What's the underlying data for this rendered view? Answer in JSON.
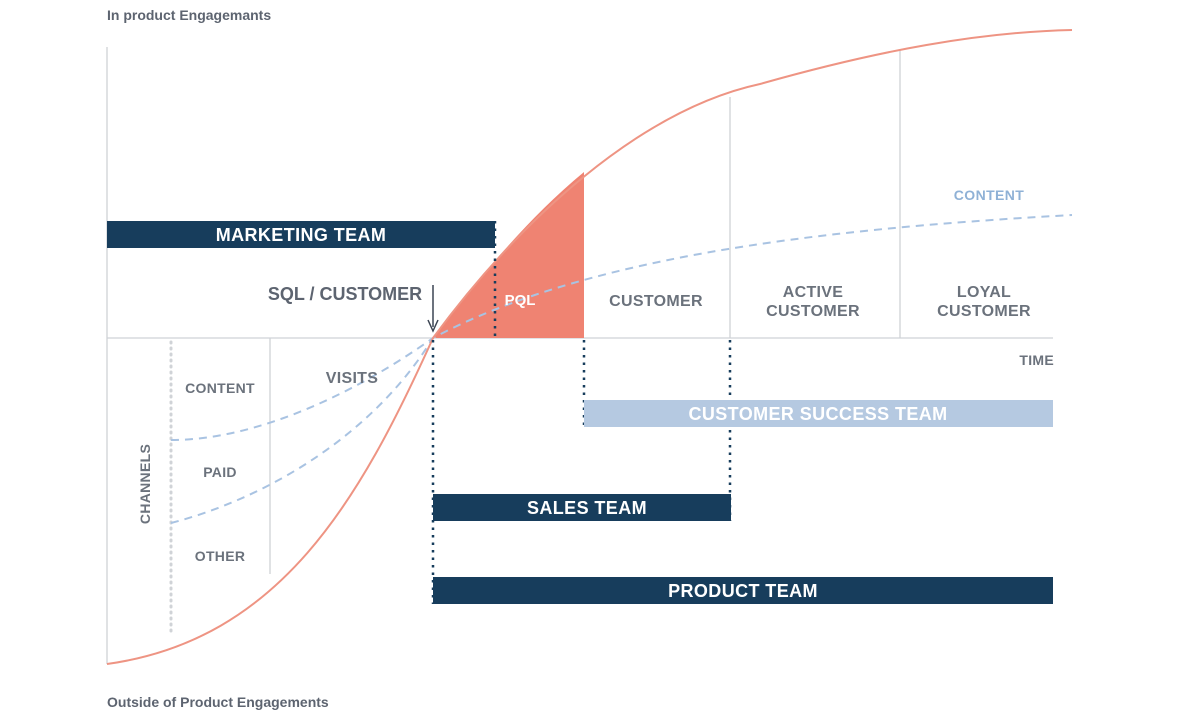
{
  "axis": {
    "top_caption": "In product Engagemants",
    "bottom_caption": "Outside of Product Engagements",
    "time_label": "TIME"
  },
  "milestone": {
    "sql_label": "SQL / CUSTOMER",
    "pql_label": "PQL"
  },
  "stages": [
    {
      "lines": [
        "CUSTOMER"
      ]
    },
    {
      "lines": [
        "ACTIVE",
        "CUSTOMER"
      ]
    },
    {
      "lines": [
        "LOYAL",
        "CUSTOMER"
      ]
    }
  ],
  "channels": {
    "axis_label": "CHANNELS",
    "items": [
      "CONTENT",
      "PAID",
      "OTHER"
    ],
    "visits_label": "VISITS"
  },
  "content_curve_label": "CONTENT",
  "teams": {
    "marketing": "MARKETING TEAM",
    "customer_success": "CUSTOMER SUCCESS TEAM",
    "sales": "SALES TEAM",
    "product": "PRODUCT TEAM"
  },
  "colors": {
    "navy": "#173d5c",
    "light_blue": "#b5c9e1",
    "salmon": "#ef8372",
    "curve": "#ee9483",
    "dashed": "#a9c3e2",
    "grid": "#cfd2d6"
  }
}
